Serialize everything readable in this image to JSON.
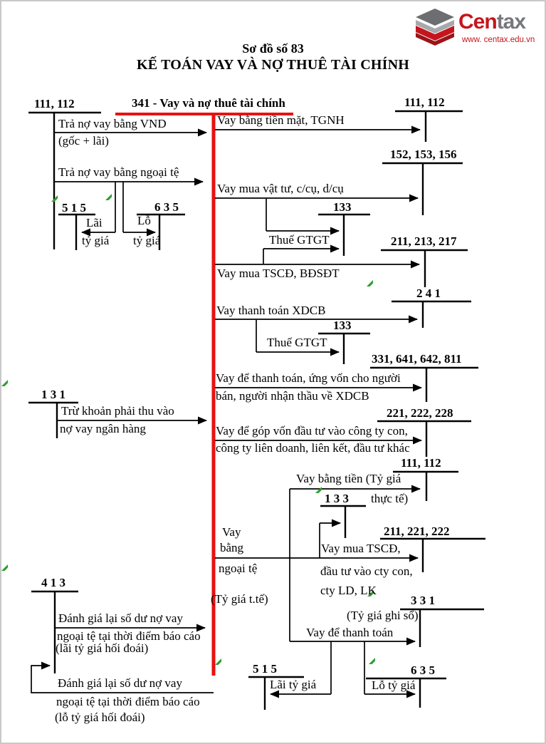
{
  "title": {
    "line1": "Sơ đồ số 83",
    "line2": "KẾ TOÁN VAY VÀ NỢ THUÊ TÀI CHÍNH"
  },
  "logo": {
    "brand_red": "Cen",
    "brand_gray": "tax",
    "website": "www. centax.edu.vn",
    "brand_red_color": "#c4161c",
    "brand_gray_color": "#77787b"
  },
  "colors": {
    "center_line_red": "#e81212",
    "diagram_line": "#000000",
    "green_mark": "#2f9e2f"
  },
  "accounts": {
    "acc_111_112_left": "111, 112",
    "acc_341": "341 - Vay và nợ thuê tài chính",
    "acc_111_112_top": "111, 112",
    "acc_152_153_156": "152, 153, 156",
    "acc_133_a": "133",
    "acc_211_213_217": "211, 213, 217",
    "acc_241": "2 4 1",
    "acc_133_b": "133",
    "acc_331_641_642_811": "331, 641, 642, 811",
    "acc_221_222_228": "221, 222, 228",
    "acc_131": "1 3 1",
    "acc_111_112_mid": "111, 112",
    "acc_133_c": "1 3 3",
    "acc_211_221_222": "211, 221, 222",
    "acc_331": "3 3 1",
    "acc_413": "4 1 3",
    "acc_515_upper": "5 1 5",
    "acc_635_upper": "6 3 5",
    "acc_515_lower": "5 1 5",
    "acc_635_lower": "6 3 5"
  },
  "labels": {
    "tra_no_vnd": "Trả nợ vay bằng VND",
    "goc_lai": "(gốc + lãi)",
    "tra_no_ngoai_te": "Trả nợ vay bằng ngoại tệ",
    "lai_upper": "Lãi",
    "ty_gia_upper_1": "tỷ giá",
    "lo_upper": "Lỗ",
    "ty_gia_upper_2": "tỷ giá",
    "vay_tien_mat": "Vay bằng tiền mặt, TGNH",
    "vay_vat_tu": "Vay mua vật tư, c/cụ, d/cụ",
    "thue_gtgt_1": "Thuế GTGT",
    "vay_tscd": "Vay mua TSCĐ, BĐSĐT",
    "vay_xdcb": "Vay thanh toán XDCB",
    "thue_gtgt_2": "Thuế GTGT",
    "vay_thanh_toan_1": "Vay để thanh toán, ứng vốn cho người",
    "vay_thanh_toan_2": "bán, người nhận thầu về XDCB",
    "tru_khoan_1": "Trừ khoản phải thu vào",
    "tru_khoan_2": "nợ vay ngân hàng",
    "gop_von_1": "Vay để góp vốn đầu tư vào công ty con,",
    "gop_von_2": "công ty liên doanh, liên kết, đầu tư khác",
    "vay_bang_tien": "Vay bằng tiền (Tỷ giá",
    "thuc_te": "thực tế)",
    "vay_c1": "Vay",
    "vay_c2": "bằng",
    "vay_c3": "ngoại tệ",
    "ty_gia_tte": "(Tỷ giá t.tế)",
    "vay_mua_tscd2_1": "Vay mua TSCĐ,",
    "vay_mua_tscd2_2": "đầu tư vào cty con,",
    "vay_mua_tscd2_3": "cty LD, LK",
    "ty_gia_ghi_so": "(Tỷ giá ghi sổ)",
    "vay_de_tt": "Vay để thanh toán",
    "lai_ty_gia": "Lãi tỷ giá",
    "lo_ty_gia": "Lỗ tỷ giá",
    "danh_gia_1a": "Đánh giá lại số dư nợ vay",
    "danh_gia_1b": "ngoại tệ tại thời điểm báo cáo",
    "danh_gia_1c": "(lãi tỷ giá hối đoái)",
    "danh_gia_2a": "Đánh giá lại số dư nợ vay",
    "danh_gia_2b": "ngoại tệ tại thời điểm báo cáo",
    "danh_gia_2c": "(lỗ tỷ giá hối đoái)"
  }
}
